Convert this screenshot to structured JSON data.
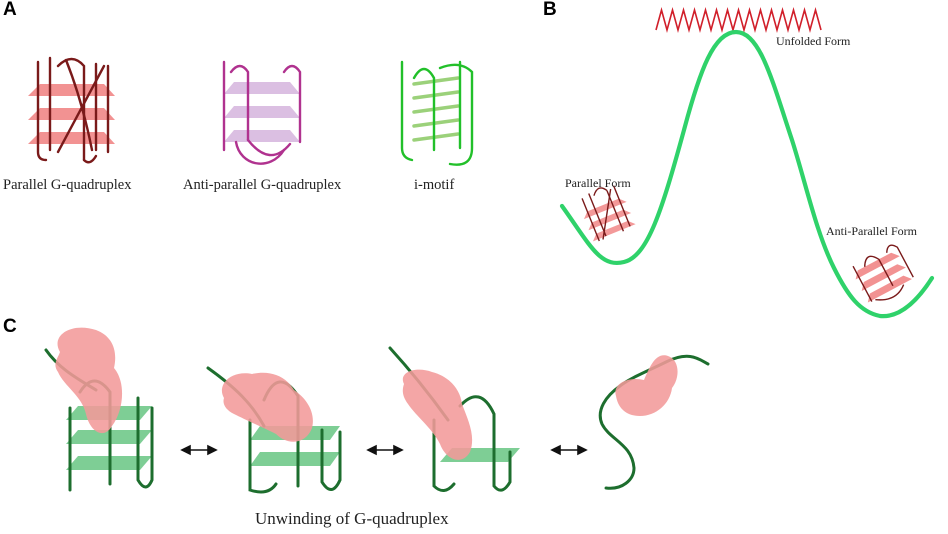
{
  "panels": {
    "A": {
      "letter": "A",
      "labels": [
        "Parallel G-quadruplex",
        "Anti-parallel G-quadruplex",
        "i-motif"
      ]
    },
    "B": {
      "letter": "B",
      "labels": [
        "Unfolded Form",
        "Parallel Form",
        "Anti-Parallel Form"
      ]
    },
    "C": {
      "letter": "C",
      "caption": "Unwinding of G-quadruplex"
    }
  },
  "colors": {
    "parallel_strand": "#7a1a1a",
    "parallel_plane": "#f07f7f",
    "antiparallel_strand": "#b0328f",
    "antiparallel_plane": "#d9bce0",
    "imotif_strand": "#22c02a",
    "imotif_bar": "#9bd17a",
    "energy_curve": "#2fd26a",
    "unfolded_wave": "#d11f2a",
    "unwinding_strand": "#1d6e2e",
    "unwinding_plane": "#5ec27a",
    "helicase_blob": "#f29a9a",
    "arrow": "#111111"
  }
}
